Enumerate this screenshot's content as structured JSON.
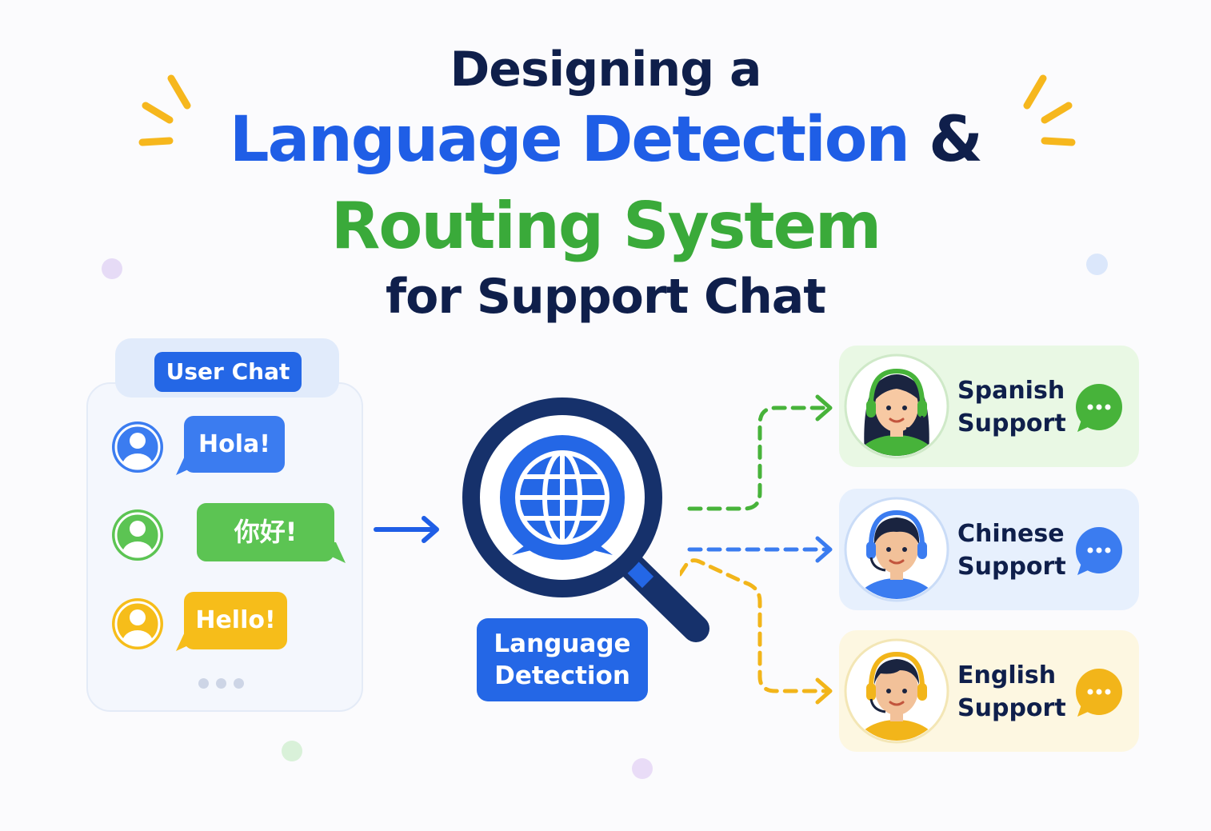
{
  "title": {
    "line1": "Designing a",
    "line2_main": "Language Detection",
    "line2_amp": "&",
    "line3": "Routing System",
    "line4": "for Support Chat"
  },
  "user_chat": {
    "label": "User Chat",
    "messages": [
      {
        "text": "Hola!",
        "color": "#3b7cf0"
      },
      {
        "text": "你好!",
        "color": "#5cc453"
      },
      {
        "text": "Hello!",
        "color": "#f6bd1a"
      }
    ]
  },
  "detection": {
    "label_line1": "Language",
    "label_line2": "Detection"
  },
  "routes": [
    {
      "line1": "Spanish",
      "line2": "Support",
      "color": "#47b33a",
      "bg": "#e9f8e4"
    },
    {
      "line1": "Chinese",
      "line2": "Support",
      "color": "#3b7cf0",
      "bg": "#e7f0fd"
    },
    {
      "line1": "English",
      "line2": "Support",
      "color": "#f2b51a",
      "bg": "#fdf7e1"
    }
  ],
  "colors": {
    "navy": "#0f1f4b",
    "blue": "#1f5ee6",
    "green": "#3aaa3a",
    "yellow": "#f6b71d"
  },
  "icons": [
    "sparkle-icon",
    "user-icon",
    "magnifier-icon",
    "globe-icon",
    "headset-agent-icon",
    "chat-bubble-icon",
    "arrow-right-icon"
  ]
}
